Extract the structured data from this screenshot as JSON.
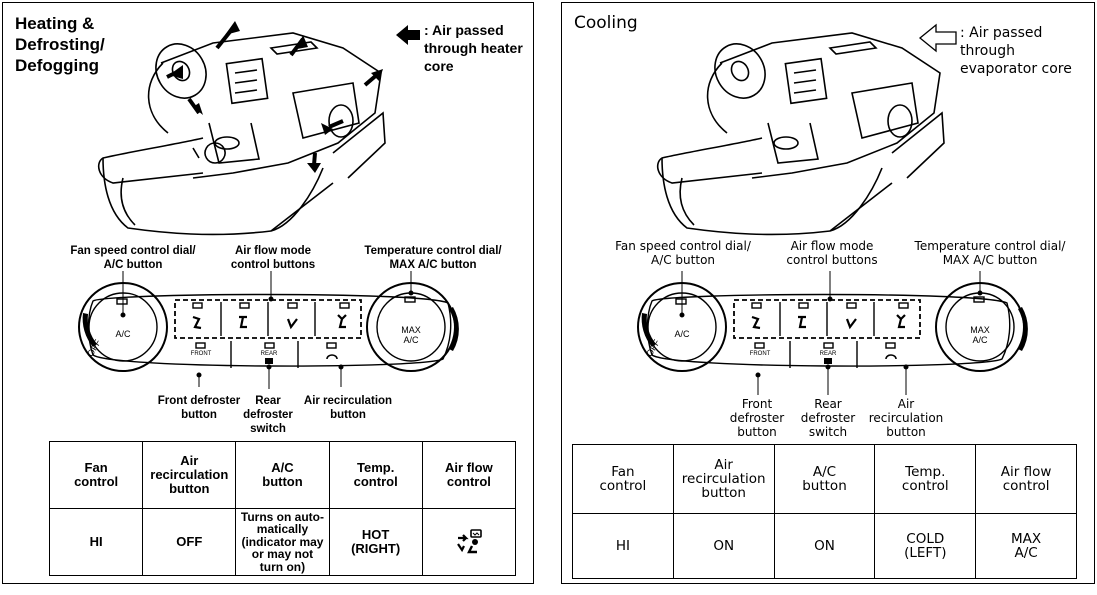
{
  "left_panel": {
    "title": "Heating &\nDefrosting/\nDefogging",
    "legend": ": Air passed\nthrough heater\ncore",
    "labels": {
      "fan_speed": "Fan speed control dial/\nA/C button",
      "air_flow": "Air flow mode\ncontrol buttons",
      "temperature": "Temperature control dial/\nMAX A/C button",
      "front_defroster": "Front defroster\nbutton",
      "rear_defroster": "Rear\ndefroster\nswitch",
      "air_recirc": "Air recirculation\nbutton"
    },
    "table": {
      "headers": [
        "Fan\ncontrol",
        "Air\nrecirculation\nbutton",
        "A/C\nbutton",
        "Temp.\ncontrol",
        "Air flow\ncontrol"
      ],
      "values": [
        "HI",
        "OFF",
        "Turns on auto-\nmatically\n(indicator may\nor may not\nturn on)",
        "HOT\n(RIGHT)",
        ""
      ]
    }
  },
  "right_panel": {
    "title": "Cooling",
    "legend": ": Air passed\nthrough\nevaporator core",
    "labels": {
      "fan_speed": "Fan speed control dial/\nA/C button",
      "air_flow": "Air flow mode\ncontrol buttons",
      "temperature": "Temperature control dial/\nMAX A/C button",
      "front_defroster": "Front\ndefroster\nbutton",
      "rear_defroster": "Rear\ndefroster\nswitch",
      "air_recirc": "Air\nrecirculation\nbutton"
    },
    "table": {
      "headers": [
        "Fan\ncontrol",
        "Air\nrecirculation\nbutton",
        "A/C\nbutton",
        "Temp.\ncontrol",
        "Air flow\ncontrol"
      ],
      "values": [
        "HI",
        "ON",
        "ON",
        "COLD\n(LEFT)",
        "MAX\nA/C"
      ]
    }
  },
  "dial_text": {
    "ac": "A/C",
    "max_ac": "MAX\nA/C",
    "off": "OFF",
    "front": "FRONT",
    "rear": "REAR"
  },
  "icons": {
    "legend_left": "filled-left-arrow-icon",
    "legend_right": "outline-left-arrow-icon",
    "air_flow_cell_left": "defrost-floor-mode-icon"
  }
}
